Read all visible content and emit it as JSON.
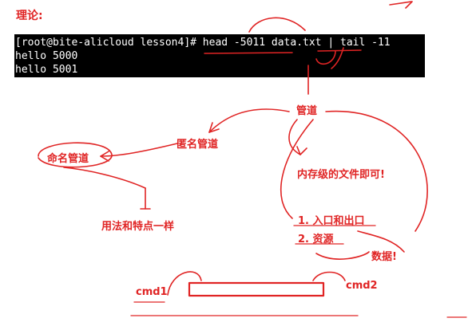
{
  "heading": "理论:",
  "terminal": {
    "command_line": "[root@bite-alicloud lesson4]# head -5011 data.txt | tail -11",
    "output": [
      "hello 5000",
      "hello 5001"
    ]
  },
  "notes": {
    "pipe": "管道",
    "anonymous_pipe": "匿名管道",
    "named_pipe": "命名管道",
    "same_usage": "用法和特点一样",
    "memory_file": "内存级的文件即可!",
    "entry_exit": "1. 入口和出口",
    "resource": "2. 资源",
    "data": "数据!",
    "cmd1": "cmd1",
    "cmd2": "cmd2"
  },
  "colors": {
    "ink": "#e02424",
    "terminal_bg": "#000000",
    "terminal_text": "#ffffff"
  }
}
